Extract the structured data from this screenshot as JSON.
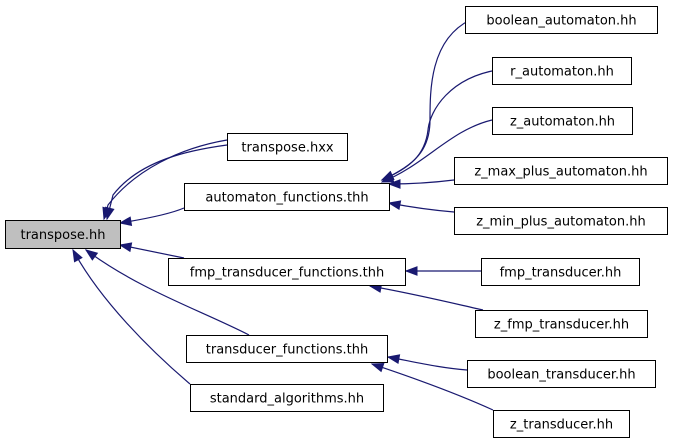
{
  "graph": {
    "colors": {
      "edge": "#191970",
      "node_fill": "#ffffff",
      "root_fill": "#bfbfbf",
      "border": "#000000"
    },
    "nodes": [
      {
        "id": "transpose_hh",
        "label": "transpose.hh",
        "root": true
      },
      {
        "id": "transpose_hxx",
        "label": "transpose.hxx"
      },
      {
        "id": "automaton_functions_thh",
        "label": "automaton_functions.thh"
      },
      {
        "id": "fmp_transducer_functions_thh",
        "label": "fmp_transducer_functions.thh"
      },
      {
        "id": "transducer_functions_thh",
        "label": "transducer_functions.thh"
      },
      {
        "id": "standard_algorithms_hh",
        "label": "standard_algorithms.hh"
      },
      {
        "id": "boolean_automaton_hh",
        "label": "boolean_automaton.hh"
      },
      {
        "id": "r_automaton_hh",
        "label": "r_automaton.hh"
      },
      {
        "id": "z_automaton_hh",
        "label": "z_automaton.hh"
      },
      {
        "id": "z_max_plus_automaton_hh",
        "label": "z_max_plus_automaton.hh"
      },
      {
        "id": "z_min_plus_automaton_hh",
        "label": "z_min_plus_automaton.hh"
      },
      {
        "id": "fmp_transducer_hh",
        "label": "fmp_transducer.hh"
      },
      {
        "id": "z_fmp_transducer_hh",
        "label": "z_fmp_transducer.hh"
      },
      {
        "id": "boolean_transducer_hh",
        "label": "boolean_transducer.hh"
      },
      {
        "id": "z_transducer_hh",
        "label": "z_transducer.hh"
      }
    ],
    "edges": [
      {
        "from": "transpose_hxx",
        "to": "transpose_hh"
      },
      {
        "from": "automaton_functions_thh",
        "to": "transpose_hh"
      },
      {
        "from": "automaton_functions_thh",
        "to": "transpose_hh"
      },
      {
        "from": "fmp_transducer_functions_thh",
        "to": "transpose_hh"
      },
      {
        "from": "transducer_functions_thh",
        "to": "transpose_hh"
      },
      {
        "from": "standard_algorithms_hh",
        "to": "transpose_hh"
      },
      {
        "from": "boolean_automaton_hh",
        "to": "automaton_functions_thh"
      },
      {
        "from": "r_automaton_hh",
        "to": "automaton_functions_thh"
      },
      {
        "from": "z_automaton_hh",
        "to": "automaton_functions_thh"
      },
      {
        "from": "z_max_plus_automaton_hh",
        "to": "automaton_functions_thh"
      },
      {
        "from": "z_min_plus_automaton_hh",
        "to": "automaton_functions_thh"
      },
      {
        "from": "fmp_transducer_hh",
        "to": "fmp_transducer_functions_thh"
      },
      {
        "from": "z_fmp_transducer_hh",
        "to": "fmp_transducer_functions_thh"
      },
      {
        "from": "boolean_transducer_hh",
        "to": "transducer_functions_thh"
      },
      {
        "from": "z_transducer_hh",
        "to": "transducer_functions_thh"
      }
    ]
  }
}
